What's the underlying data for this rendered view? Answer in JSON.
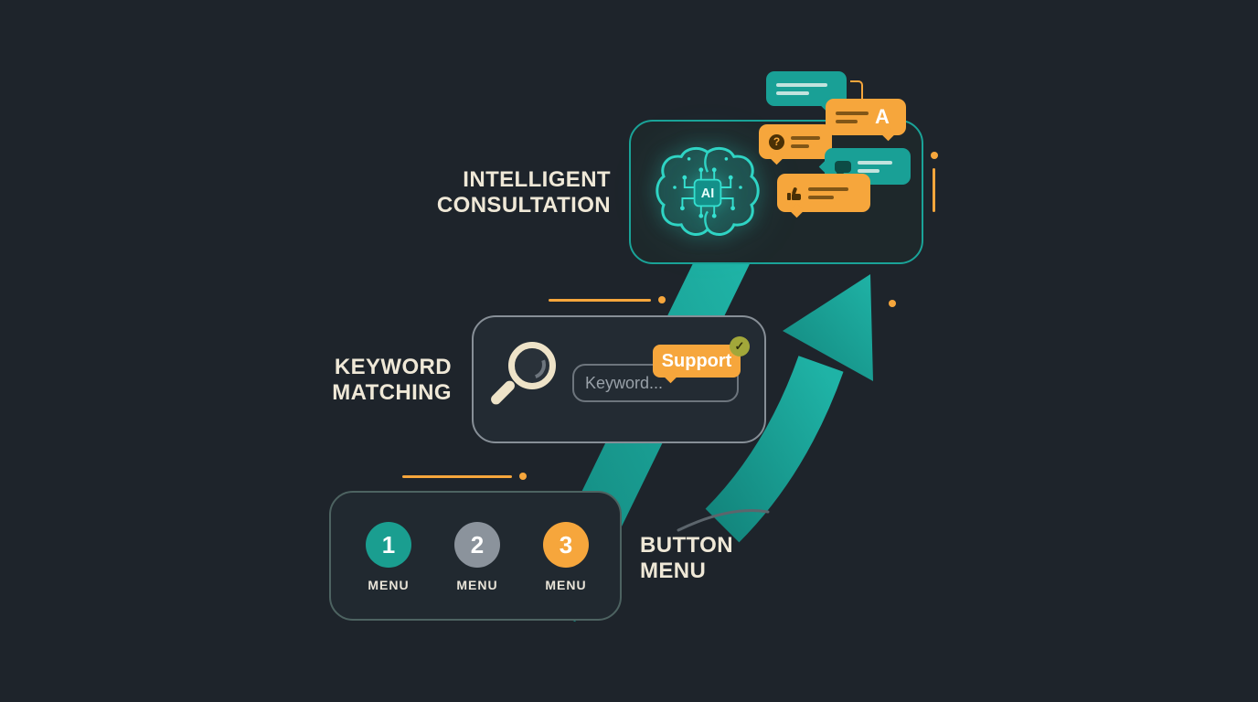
{
  "canvas": {
    "background": "#1e242b"
  },
  "palette": {
    "teal": "#1aa398",
    "orange": "#f6a63c",
    "cream": "#efe8d7",
    "gray": "#8b939c"
  },
  "stage_consultation": {
    "label_line1": "INTELLIGENT",
    "label_line2": "CONSULTATION",
    "ai_chip": "AI",
    "bubble_letter": "A",
    "bubble_question": "?"
  },
  "stage_keyword": {
    "label_line1": "KEYWORD",
    "label_line2": "MATCHING",
    "input_placeholder": "Keyword...",
    "tag_label": "Support",
    "tag_check": "✓"
  },
  "stage_buttons": {
    "label_line1": "BUTTON",
    "label_line2": "MENU",
    "items": [
      {
        "number": "1",
        "label": "MENU",
        "color": "#1a9e90"
      },
      {
        "number": "2",
        "label": "MENU",
        "color": "#8b939c"
      },
      {
        "number": "3",
        "label": "MENU",
        "color": "#f6a63c"
      }
    ]
  }
}
